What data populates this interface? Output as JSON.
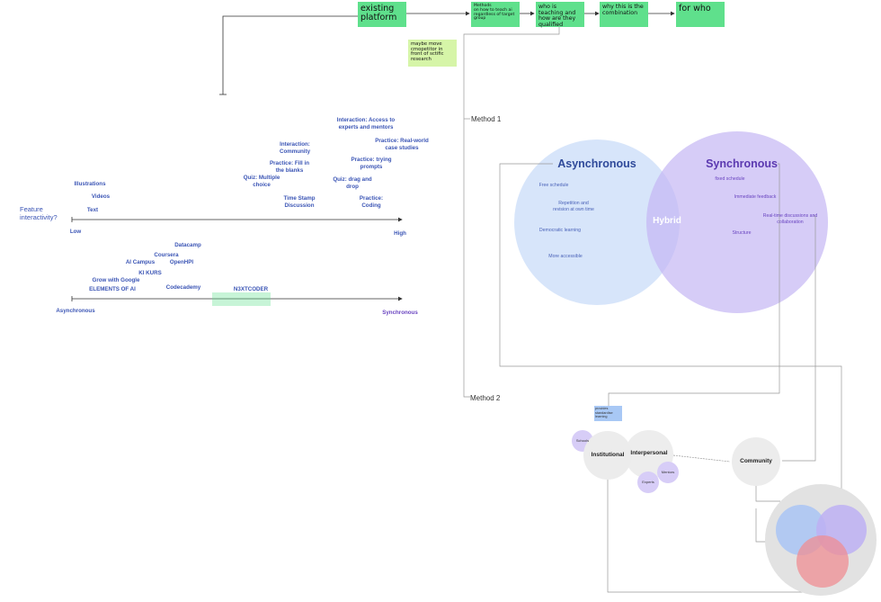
{
  "top_flow": {
    "existing_platform": "existing platform",
    "methods": "Methods\non how to teach ai regardless of target group",
    "who_teaching": "who is teaching and how are they qualified",
    "why_combination": "why this is the combination",
    "for_who": "for who",
    "note": "maybe move cmopetitor in front of sctific research"
  },
  "feature_chart": {
    "axis_label": "Feature interactivity?",
    "low": "Low",
    "high": "High",
    "features": [
      "Illustrations",
      "Videos",
      "Text",
      "Interaction: Community",
      "Practice: Fill in the blanks",
      "Quiz: Multiple choice",
      "Time Stamp Discussion",
      "Interaction: Access to experts and mentors",
      "Practice: Real-world case studies",
      "Practice: trying prompts",
      "Quiz: drag and drop",
      "Practice: Coding"
    ]
  },
  "sync_chart": {
    "left": "Asynchronous",
    "right": "Synchronous",
    "platforms": [
      "Datacamp",
      "Coursera",
      "AI Campus",
      "OpenHPI",
      "KI KURS",
      "Grow with Google",
      "ELEMENTS OF AI",
      "Codecademy",
      "N3XTCODER"
    ]
  },
  "method1": {
    "label": "Method 1",
    "async_title": "Asynchronous",
    "sync_title": "Synchronous",
    "hybrid": "Hybrid",
    "async_items": [
      "Free schedule",
      "Repetition and revision at own time",
      "Democratic learning",
      "More accessible"
    ],
    "sync_items": [
      "fixed schedule",
      "Immediate feedback",
      "Real-time discussions and collaboration",
      "Structure"
    ]
  },
  "method2": {
    "label": "Method 2",
    "note": "provides standardise learning",
    "schools": "Schools",
    "institutional": "Institutional",
    "interpersonal": "Interpersonal",
    "mentors": "Mentors",
    "experts": "Experts",
    "community": "Community"
  },
  "colors": {
    "sticky_green": "#5fe08c",
    "sticky_light": "#d6f5a8",
    "async_fill": "#dbe7fb",
    "sync_fill": "#d7cdf7",
    "blue_text": "#3b55b5",
    "purple_text": "#6a45c0"
  }
}
